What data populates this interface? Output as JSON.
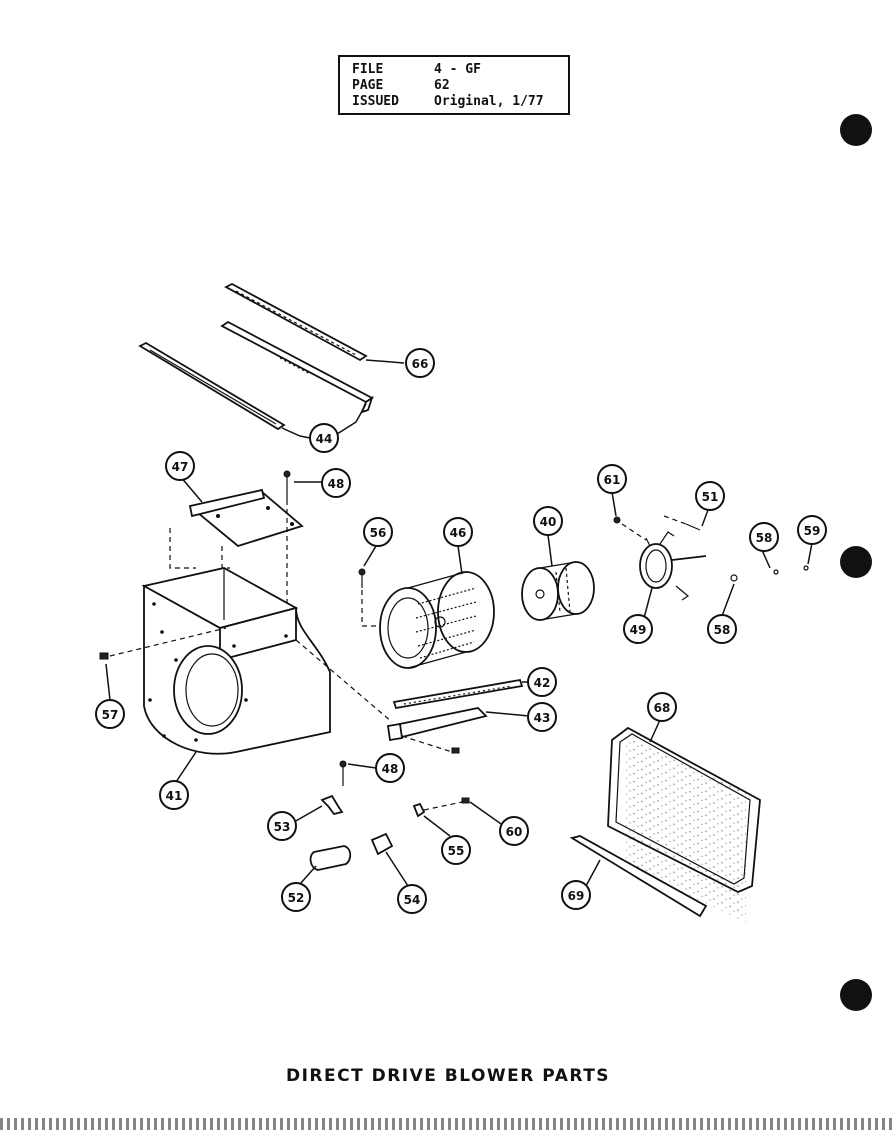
{
  "info_box": {
    "file_label": "FILE",
    "file_value": "4 - GF",
    "page_label": "PAGE",
    "page_value": "62",
    "issued_label": "ISSUED",
    "issued_value": "Original, 1/77"
  },
  "title": "DIRECT DRIVE BLOWER PARTS",
  "callouts": {
    "c66": "66",
    "c44": "44",
    "c47": "47",
    "c48a": "48",
    "c61": "61",
    "c51": "51",
    "c56": "56",
    "c46": "46",
    "c40": "40",
    "c58a": "58",
    "c59": "59",
    "c49": "49",
    "c58b": "58",
    "c57": "57",
    "c42": "42",
    "c43": "43",
    "c68": "68",
    "c41": "41",
    "c48b": "48",
    "c53": "53",
    "c55": "55",
    "c60": "60",
    "c52": "52",
    "c54": "54",
    "c69": "69"
  }
}
